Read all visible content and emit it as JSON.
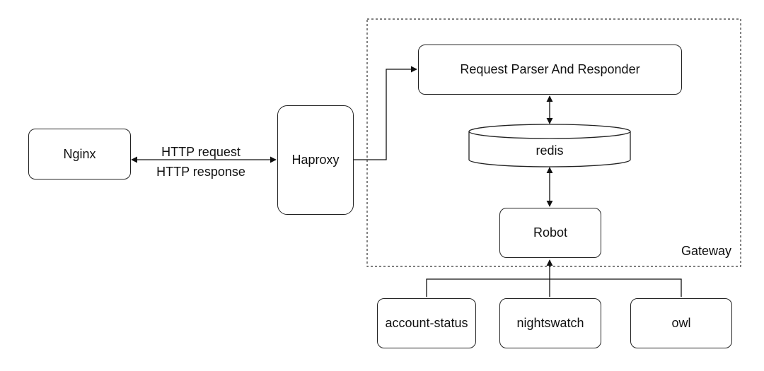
{
  "nodes": {
    "nginx": "Nginx",
    "haproxy": "Haproxy",
    "parser": "Request Parser And Responder",
    "redis": "redis",
    "robot": "Robot",
    "account_status": "account-status",
    "nightswatch": "nightswatch",
    "owl": "owl"
  },
  "edges": {
    "http_request": "HTTP request",
    "http_response": "HTTP response"
  },
  "groups": {
    "gateway": "Gateway"
  }
}
